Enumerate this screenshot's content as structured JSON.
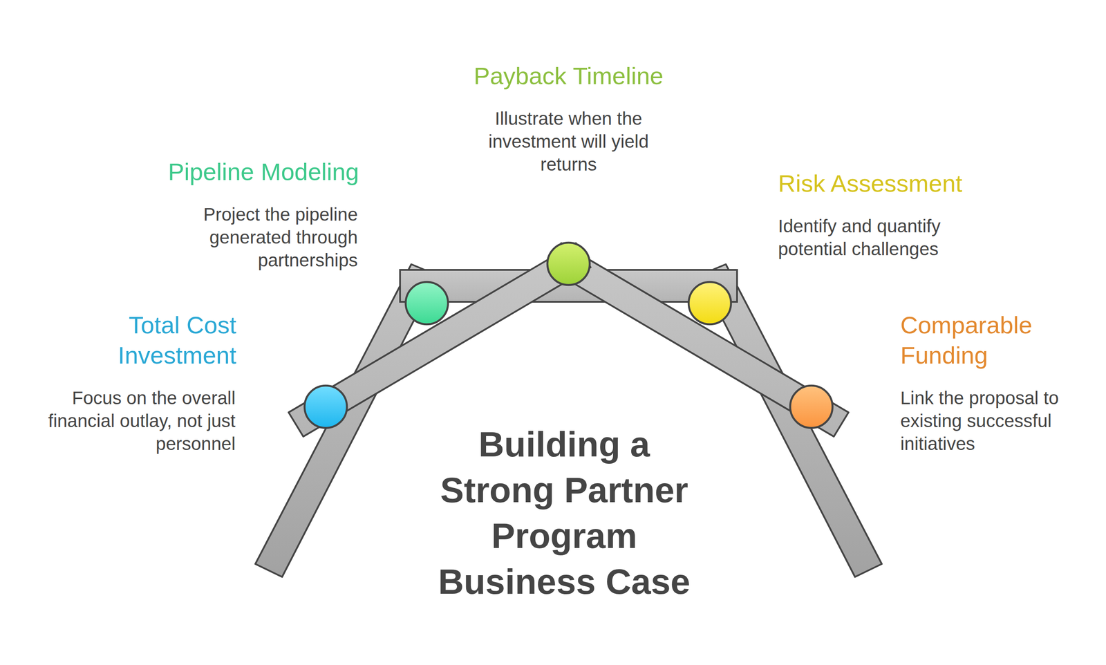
{
  "diagram": {
    "title": "Building a Strong Partner Program Business Case",
    "nodes": [
      {
        "text": [
          "Total Cost Investment",
          "Focus on the overall financial outlay, not just personnel"
        ]
      },
      {
        "text": [
          "Pipeline Modeling",
          "Project the pipeline generated through partnerships"
        ]
      },
      {
        "text": [
          "Payback Timeline",
          "Illustrate when the investment will yield returns"
        ]
      },
      {
        "text": [
          "Risk Assessment",
          "Identify and quantify potential challenges"
        ]
      },
      {
        "text": [
          "Comparable Funding",
          "Link the proposal to existing successful initiatives"
        ]
      }
    ]
  }
}
